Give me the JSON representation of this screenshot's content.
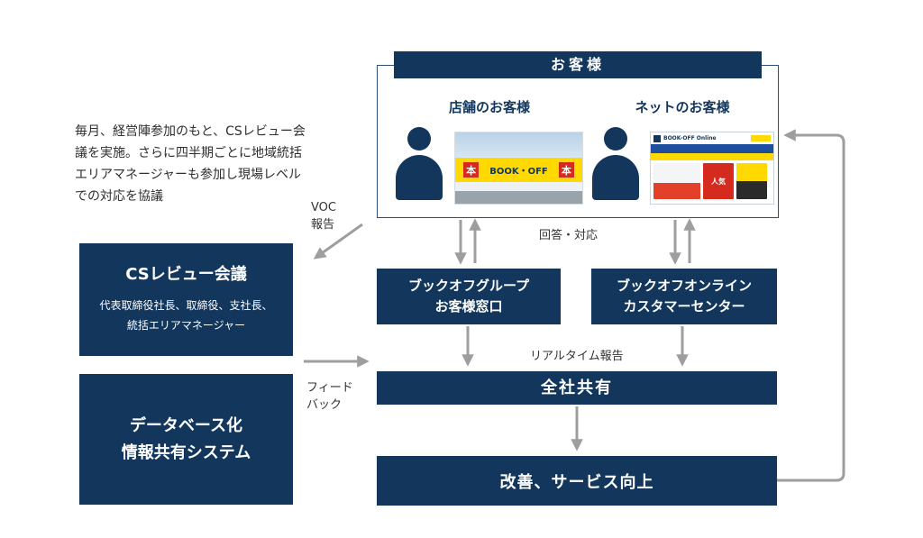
{
  "diagram": {
    "note_lines": [
      "毎月、経営陣参加のもと、CSレビュー会",
      "議を実施。さらに四半期ごとに地域統括",
      "エリアマネージャーも参加し現場レベル",
      "での対応を協議"
    ],
    "voc_label": [
      "VOC",
      "報告"
    ],
    "feedback_label": [
      "フィード",
      "バック"
    ],
    "response_label": "回答・対応",
    "realtime_label": "リアルタイム報告",
    "customer": {
      "title": "お客様",
      "store_label": "店舗のお客様",
      "net_label": "ネットのお客様",
      "store_photo": {
        "kanji": "本",
        "brand": "BOOK・OFF"
      },
      "web_photo": {
        "brand": "BOOK-OFF Online",
        "badge": "人気"
      }
    },
    "boxes": {
      "cs_review": {
        "title": "CSレビュー会議",
        "members": [
          "代表取締役社長、取締役、支社長、",
          "統括エリアマネージャー"
        ]
      },
      "database": [
        "データベース化",
        "情報共有システム"
      ],
      "store_desk": [
        "ブックオフグループ",
        "お客様窓口"
      ],
      "online_center": [
        "ブックオフオンライン",
        "カスタマーセンター"
      ],
      "share": "全社共有",
      "improve": "改善、サービス向上"
    },
    "colors": {
      "navy": "#12365c",
      "arrow": "#9e9e9e",
      "accent_yellow": "#ffd900"
    }
  }
}
